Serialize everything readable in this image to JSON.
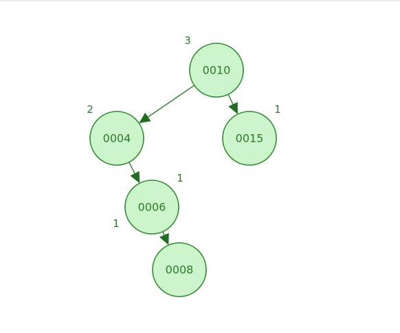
{
  "diagram": {
    "type": "avl-tree",
    "colors": {
      "node_fill": "#ccf5cc",
      "node_stroke": "#2b8a2b",
      "text": "#2a7a2a",
      "edge": "#2e7d2e"
    },
    "nodes": [
      {
        "id": "n10",
        "key": "0010",
        "height": "3"
      },
      {
        "id": "n4",
        "key": "0004",
        "height": "2"
      },
      {
        "id": "n15",
        "key": "0015",
        "height": "1"
      },
      {
        "id": "n6",
        "key": "0006",
        "height": "1",
        "extra_label": "1"
      },
      {
        "id": "n8",
        "key": "0008"
      }
    ],
    "edges": [
      {
        "from": "n10",
        "to": "n4"
      },
      {
        "from": "n10",
        "to": "n15"
      },
      {
        "from": "n4",
        "to": "n6"
      },
      {
        "from": "n6",
        "to": "n8"
      }
    ]
  }
}
